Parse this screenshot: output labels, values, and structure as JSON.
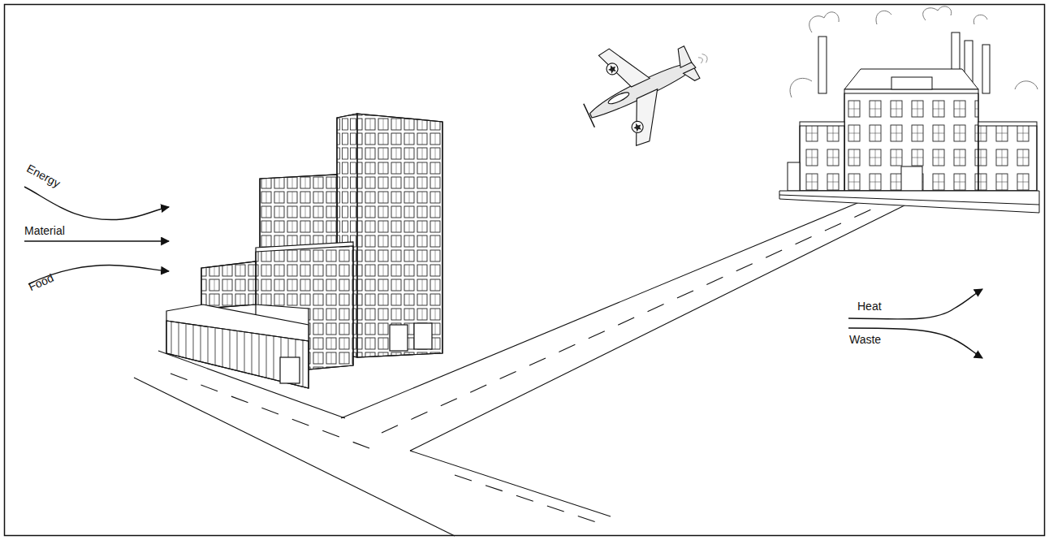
{
  "diagram": {
    "labels": [
      "Energy",
      "Material",
      "Food",
      "Heat",
      "Waste"
    ]
  }
}
